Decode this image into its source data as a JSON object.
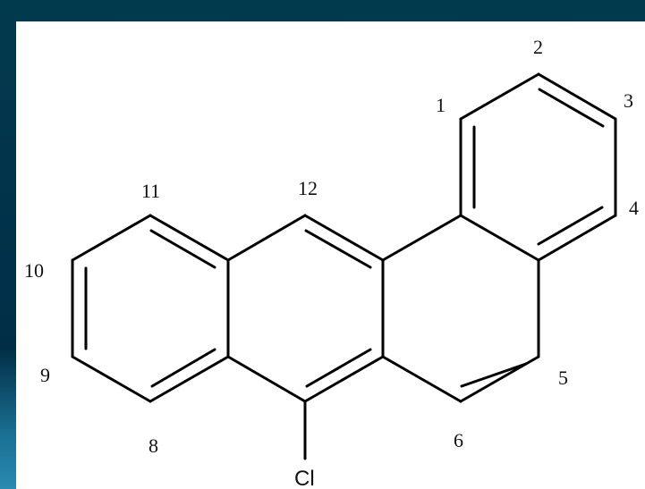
{
  "diagram": {
    "locants": [
      "1",
      "2",
      "3",
      "4",
      "5",
      "6",
      "8",
      "9",
      "10",
      "11",
      "12"
    ],
    "substituent": "Cl"
  }
}
